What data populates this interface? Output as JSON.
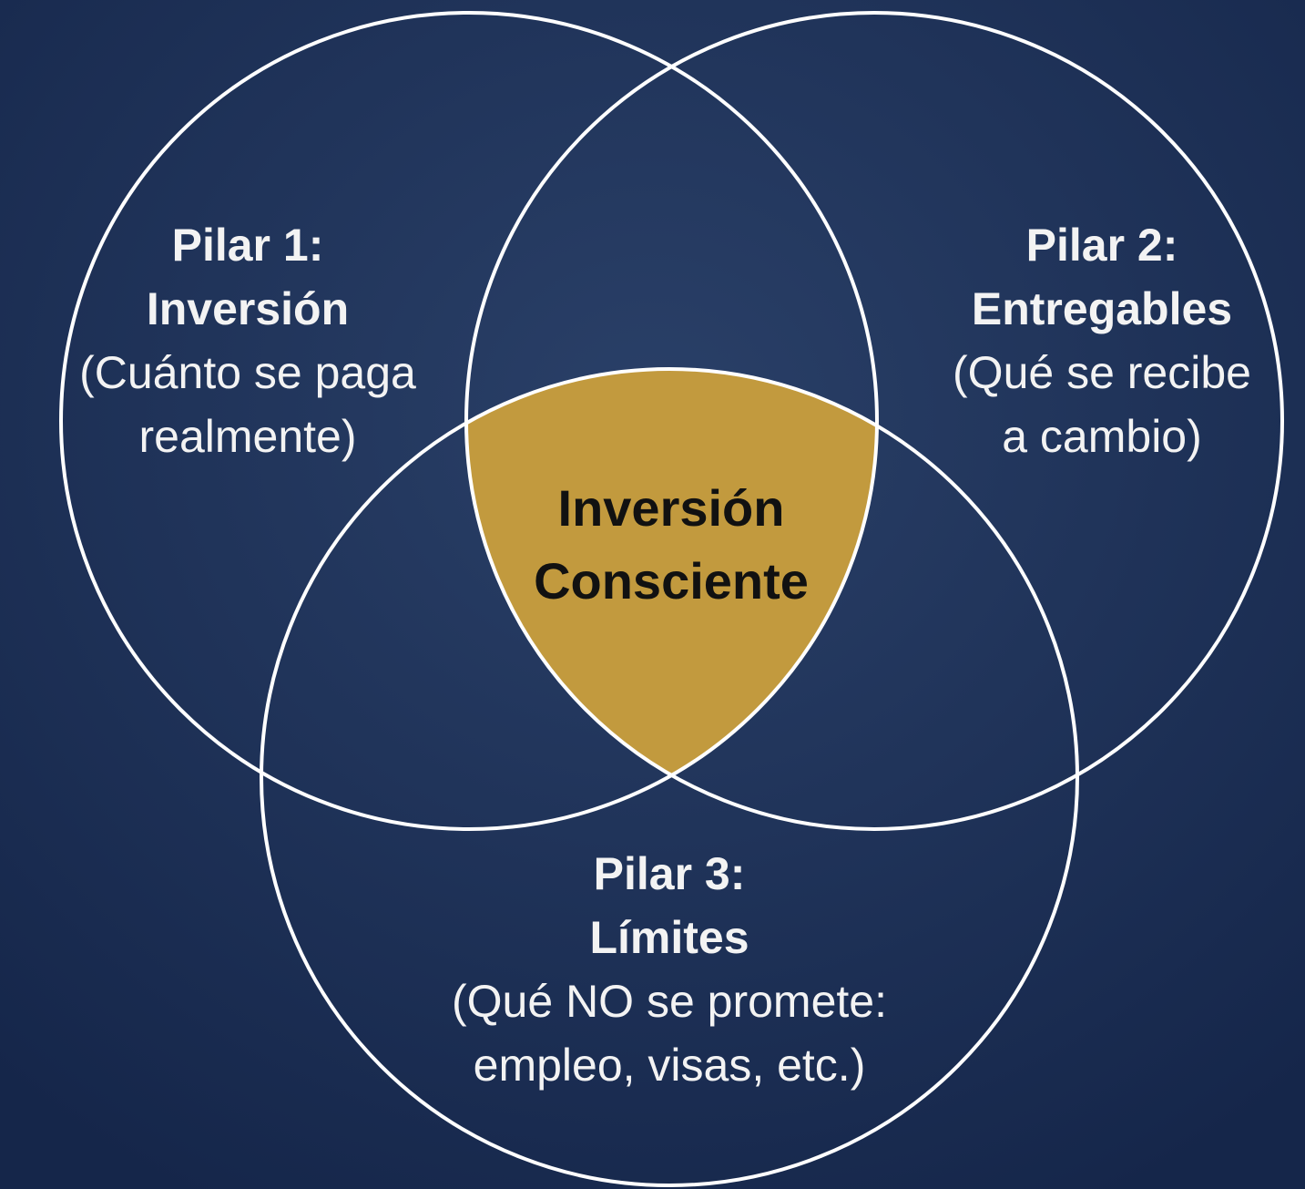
{
  "colors": {
    "background": "#1c3157",
    "circle_stroke": "#ffffff",
    "center_fill": "#c29a3e",
    "center_text": "#111111",
    "label_text": "#f3f3f3"
  },
  "pillars": [
    {
      "title_line1": "Pilar 1:",
      "title_line2": "Inversión",
      "desc_line1": "(Cuánto se paga",
      "desc_line2": "realmente)"
    },
    {
      "title_line1": "Pilar 2:",
      "title_line2": "Entregables",
      "desc_line1": "(Qué se recibe",
      "desc_line2": "a cambio)"
    },
    {
      "title_line1": "Pilar 3:",
      "title_line2": "Límites",
      "desc_line1": "(Qué NO se promete:",
      "desc_line2": "empleo, visas, etc.)"
    }
  ],
  "center": {
    "line1": "Inversión",
    "line2": "Consciente"
  }
}
